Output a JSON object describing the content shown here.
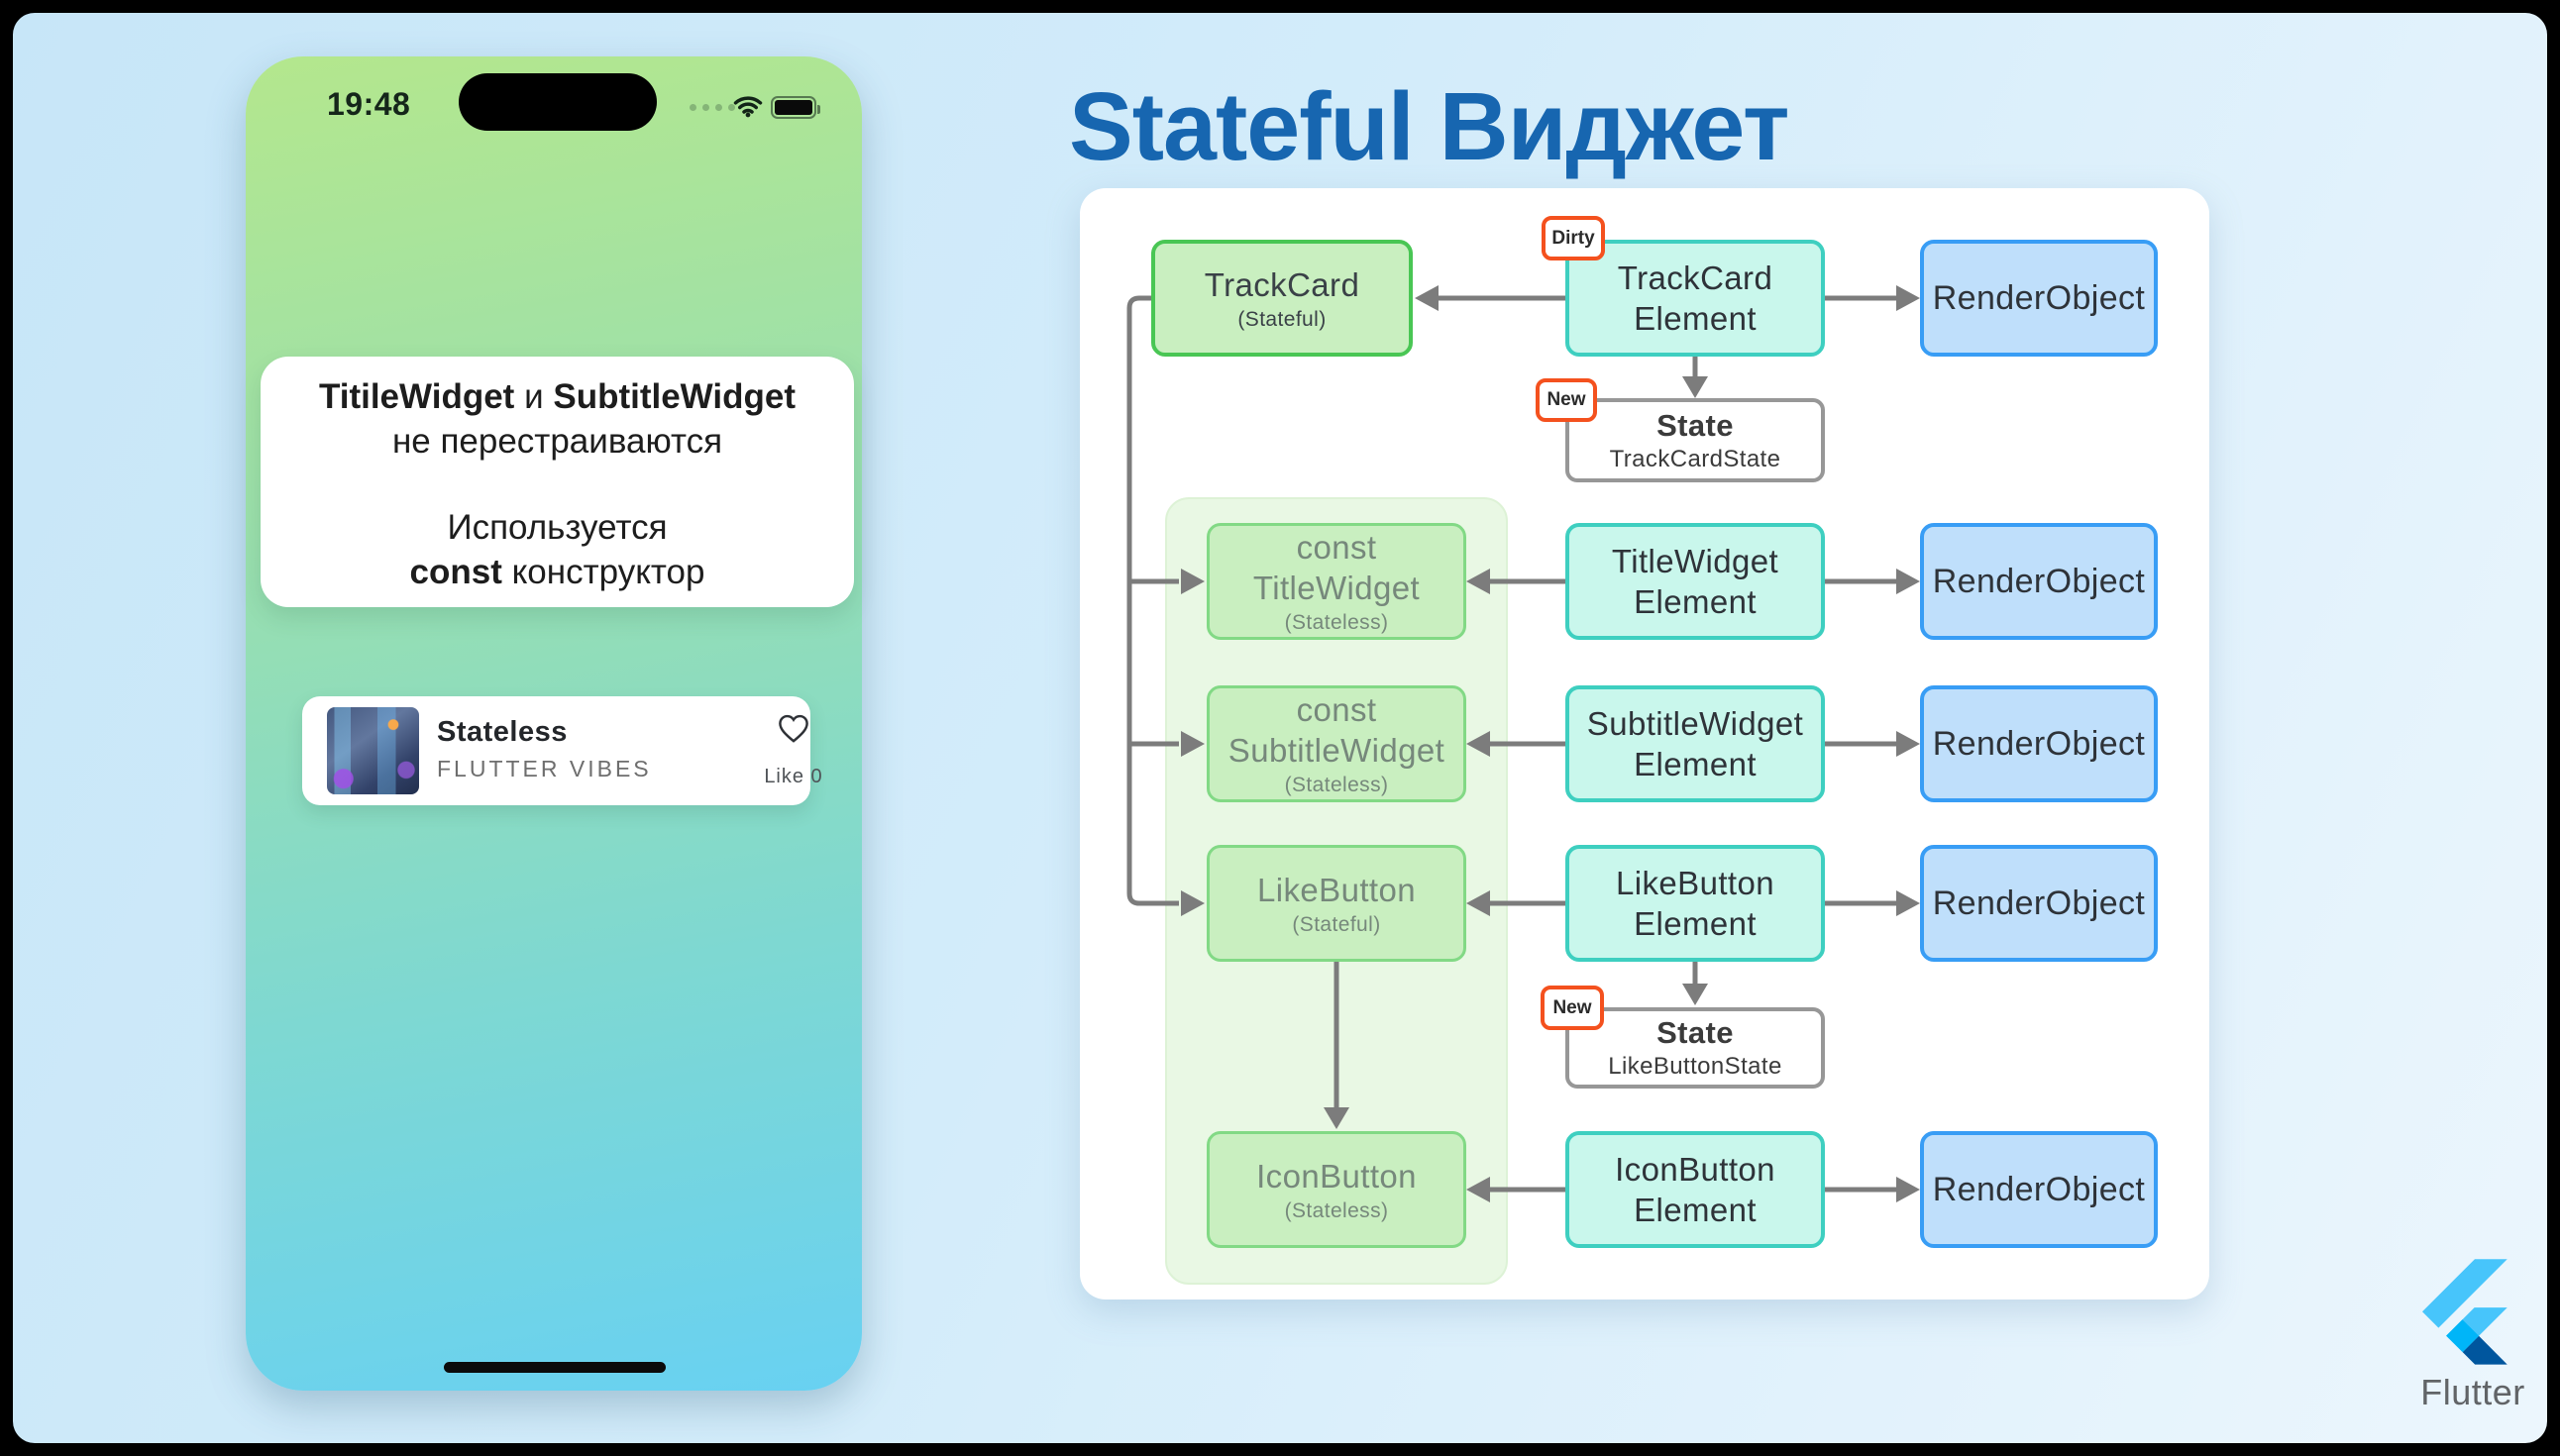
{
  "phone": {
    "status_bar": {
      "time": "19:48",
      "signal_icon": "cellular-dots",
      "wifi_icon": "wifi",
      "battery_icon": "battery-full"
    },
    "message_card": {
      "bold1": "TitileWidget",
      "mid": " и ",
      "bold2": "SubtitleWidget",
      "line2": "не перестраиваются",
      "line3": "Используется",
      "bold3": "const",
      "line4_rest": " конструктор"
    },
    "track_card": {
      "title": "Stateless",
      "subtitle": "FLUTTER VIBES",
      "like_label": "Like 0",
      "heart_icon": "heart-outline"
    }
  },
  "header": {
    "title": "Stateful Виджет"
  },
  "diagram": {
    "render_object_label": "RenderObject",
    "badges": {
      "dirty": "Dirty",
      "new1": "New",
      "new2": "New"
    },
    "boxes": {
      "trackcard": {
        "label": "TrackCard",
        "sub": "(Stateful)"
      },
      "trackcard_element": {
        "line1": "TrackCard",
        "line2": "Element"
      },
      "state1": {
        "title": "State",
        "sub": "TrackCardState"
      },
      "title_widget": {
        "line1": "const",
        "line2": "TitleWidget",
        "sub": "(Stateless)"
      },
      "title_element": {
        "line1": "TitleWidget",
        "line2": "Element"
      },
      "subtitle_widget": {
        "line1": "const",
        "line2": "SubtitleWidget",
        "sub": "(Stateless)"
      },
      "subtitle_element": {
        "line1": "SubtitleWidget",
        "line2": "Element"
      },
      "like_button": {
        "label": "LikeButton",
        "sub": "(Stateful)"
      },
      "like_element": {
        "line1": "LikeButton",
        "line2": "Element"
      },
      "state2": {
        "title": "State",
        "sub": "LikeButtonState"
      },
      "icon_button": {
        "label": "IconButton",
        "sub": "(Stateless)"
      },
      "icon_element": {
        "line1": "IconButton",
        "line2": "Element"
      }
    }
  },
  "footer": {
    "brand": "Flutter",
    "logo_icon": "flutter-logo"
  },
  "colors": {
    "title_blue": "#1766b0",
    "badge_red": "#f4511e",
    "widget_green_fill": "#c9efc0",
    "widget_green_border": "#49c654",
    "element_cyan_fill": "#c9f7ec",
    "element_cyan_border": "#3ecfc0",
    "render_blue_fill": "#bfdffb",
    "render_blue_border": "#389df5",
    "arrow_gray": "#7c7c7c",
    "phone_gradient_top": "#b4e78d",
    "phone_gradient_bottom": "#68d1f2"
  }
}
